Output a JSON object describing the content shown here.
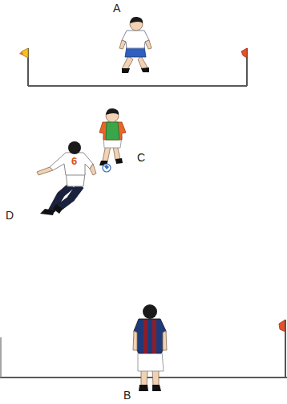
{
  "diagram": {
    "labels": [
      "A",
      "C",
      "D",
      "B",
      "6"
    ]
  }
}
